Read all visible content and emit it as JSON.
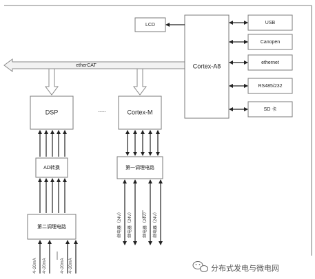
{
  "diagram": {
    "lcd": "LCD",
    "cortex_a8": "Cortex-A8",
    "usb": "USB",
    "canopen": "Canopen",
    "ethernet": "ethernet",
    "rs485": "RS485/232",
    "sd": "SD 卡",
    "ethercat": "etherCAT",
    "dsp": "DSP",
    "ellipsis": "......",
    "cortex_m": "Cortex-M",
    "ad": "AD转换",
    "conditioning_1": "第一调理电路",
    "conditioning_2": "第二调理电路",
    "relay_label": "继电器（24V）",
    "current_label": "4~20mA"
  },
  "watermark": {
    "text": "分布式发电与微电网",
    "icon": "wechat-logo-icon"
  }
}
